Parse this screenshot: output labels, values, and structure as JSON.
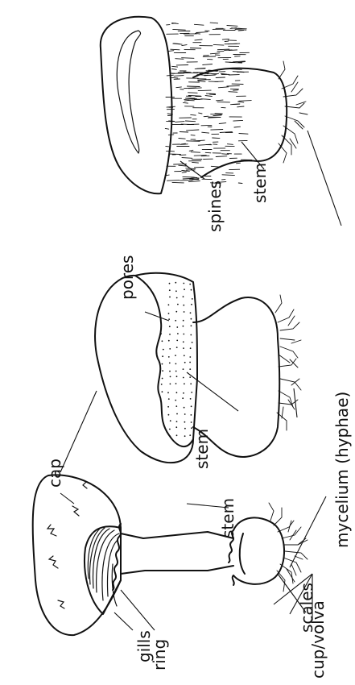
{
  "labels": {
    "scales": "scales",
    "gills": "gills",
    "ring": "ring",
    "cup_volva": "cup/volva",
    "cap": "cap",
    "stem_1": "stem",
    "stem_2": "stem",
    "pores": "pores",
    "spines": "spines",
    "stem_3": "stem",
    "mycelium": "mycelium (hyphae)"
  }
}
